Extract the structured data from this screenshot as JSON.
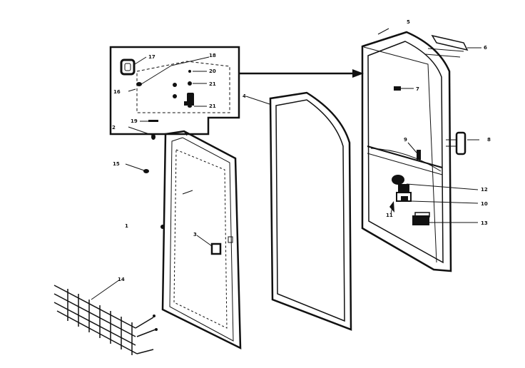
{
  "diagram": {
    "callouts": {
      "c1": "1",
      "c2": "2",
      "c3": "3",
      "c4": "4",
      "c5": "5",
      "c6": "6",
      "c7": "7",
      "c8": "8",
      "c9": "9",
      "c10": "10",
      "c11": "11",
      "c12": "12",
      "c13": "13",
      "c14": "14",
      "c15": "15",
      "c16": "16",
      "c17": "17",
      "c18": "18",
      "c19": "19",
      "c20": "20",
      "c21a": "21",
      "c21b": "21"
    }
  }
}
